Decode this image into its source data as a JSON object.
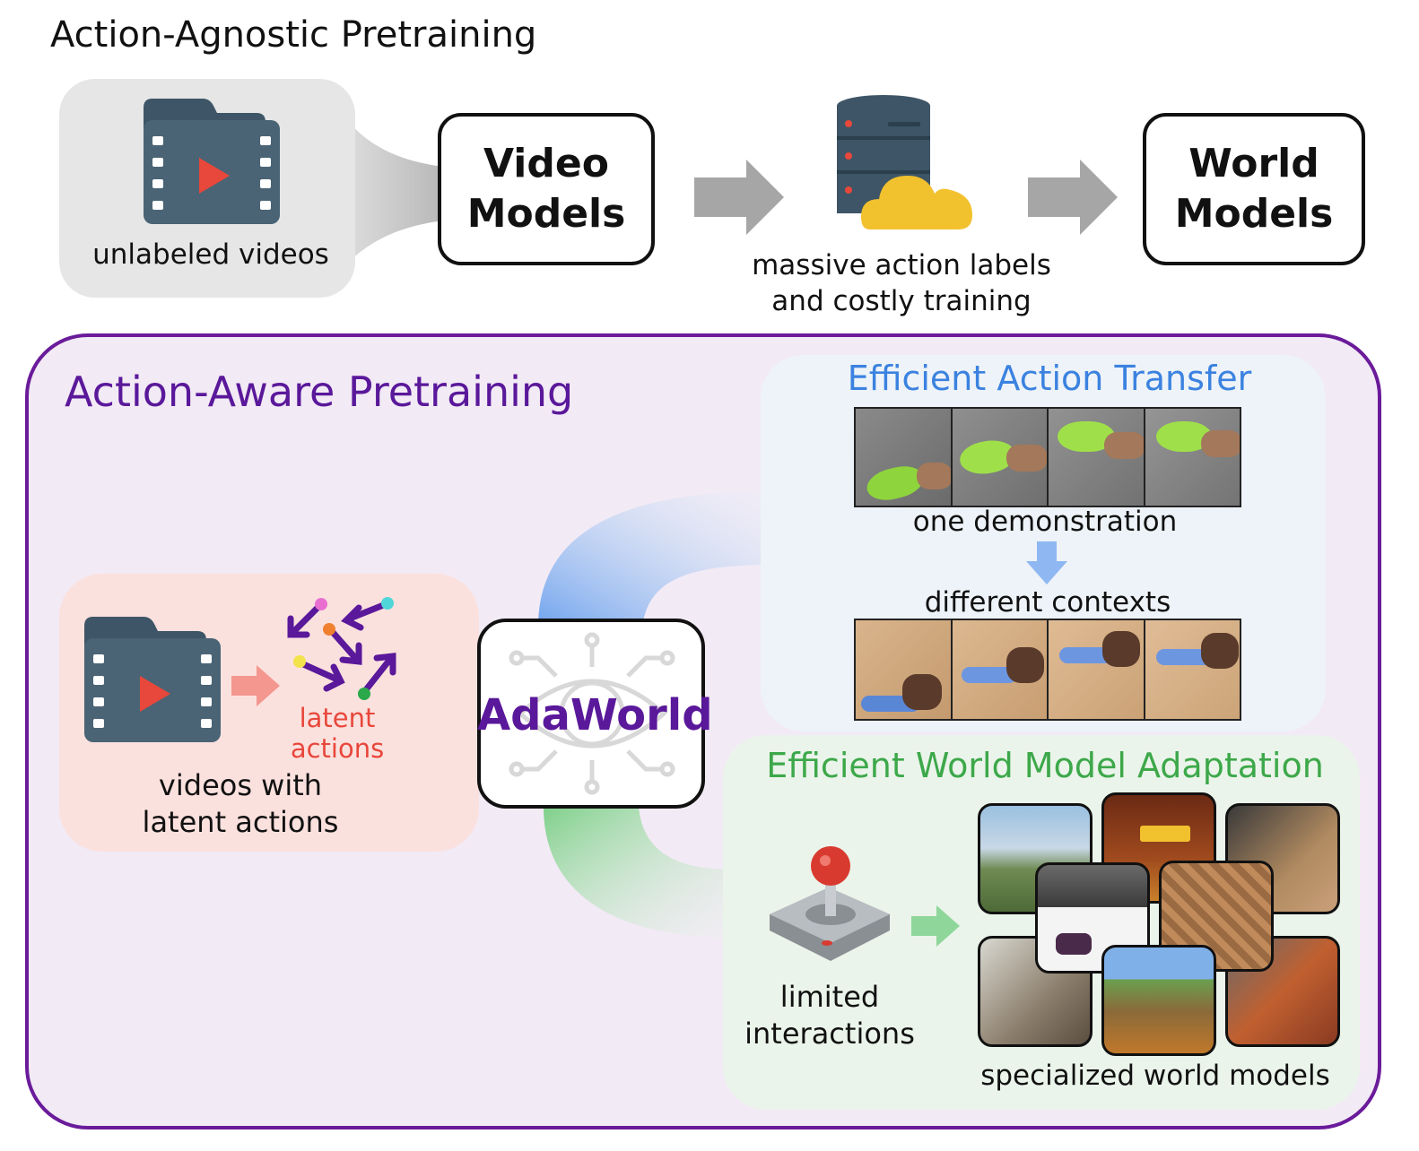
{
  "top": {
    "title": "Action-Agnostic Pretraining",
    "unlabeled_caption": "unlabeled videos",
    "video_models": [
      "Video",
      "Models"
    ],
    "world_models": [
      "World",
      "Models"
    ],
    "massive_caption": [
      "massive action labels",
      "and costly training"
    ]
  },
  "bottom": {
    "title": "Action-Aware Pretraining",
    "latent_label": [
      "latent",
      "actions"
    ],
    "videos_caption": [
      "videos with",
      "latent actions"
    ],
    "adaworld": "AdaWorld",
    "transfer": {
      "title": "Efficient Action Transfer",
      "one_demo": "one demonstration",
      "different_contexts": "different contexts"
    },
    "adaptation": {
      "title": "Efficient World Model Adaptation",
      "limited": [
        "limited",
        "interactions"
      ],
      "specialized": "specialized world models"
    }
  },
  "colors": {
    "purple": "#6a1b9a",
    "blue_accent": "#3b82e0",
    "green_accent": "#3da84a",
    "red_accent": "#e8473b"
  }
}
